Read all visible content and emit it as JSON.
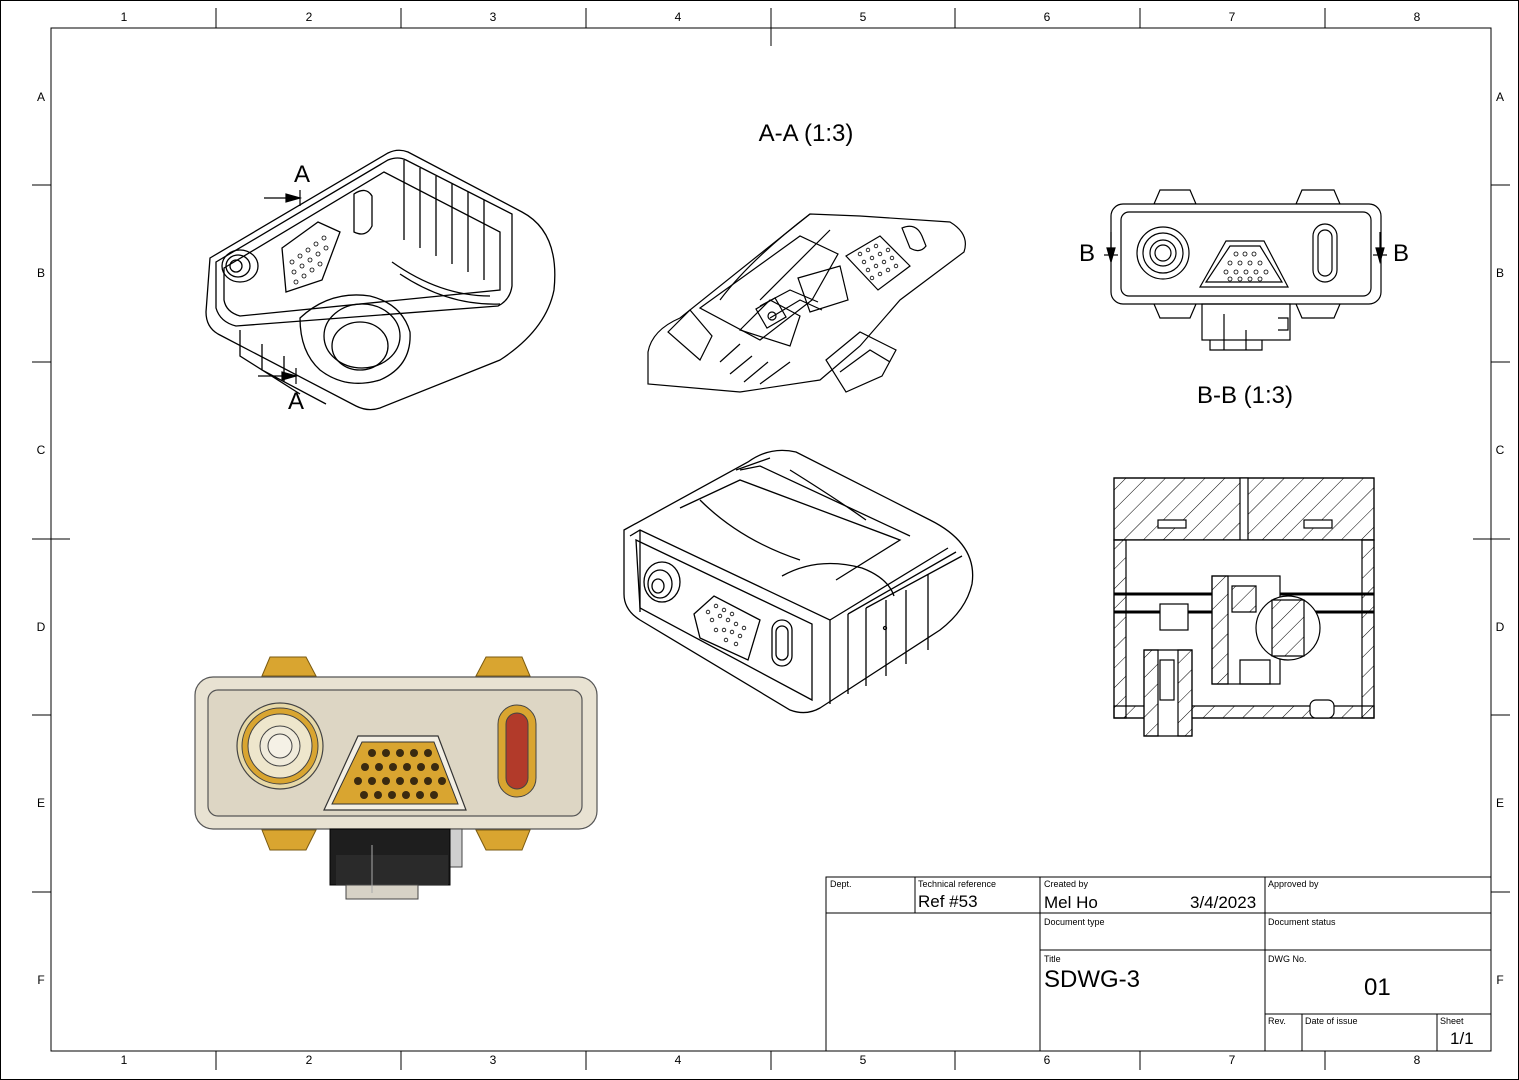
{
  "border": {
    "columns": [
      "1",
      "2",
      "3",
      "4",
      "5",
      "6",
      "7",
      "8"
    ],
    "rows": [
      "A",
      "B",
      "C",
      "D",
      "E",
      "F"
    ]
  },
  "views": {
    "section_aa_title": "A-A (1:3)",
    "section_bb_title": "B-B (1:3)",
    "section_a_marker": "A",
    "section_b_marker": "B"
  },
  "colors": {
    "line": "#000000",
    "body_beige": "#e8e2d2",
    "body_inner": "#ddd6c4",
    "gold": "#d9a530",
    "red_window": "#b23a2a",
    "connector_black": "#1e1e1e",
    "grey": "#bdbdbd"
  },
  "title_block": {
    "dept_caption": "Dept.",
    "dept_value": "",
    "techref_caption": "Technical reference",
    "techref_value": "Ref #53",
    "created_caption": "Created by",
    "created_value": "Mel Ho",
    "date_value": "3/4/2023",
    "approved_caption": "Approved by",
    "approved_value": "",
    "doctype_caption": "Document type",
    "docstatus_caption": "Document status",
    "title_caption": "Title",
    "title_value": "SDWG-3",
    "dwgno_caption": "DWG No.",
    "dwgno_value": "01",
    "rev_caption": "Rev.",
    "date_issue_caption": "Date of issue",
    "sheet_caption": "Sheet",
    "sheet_value": "1/1"
  }
}
